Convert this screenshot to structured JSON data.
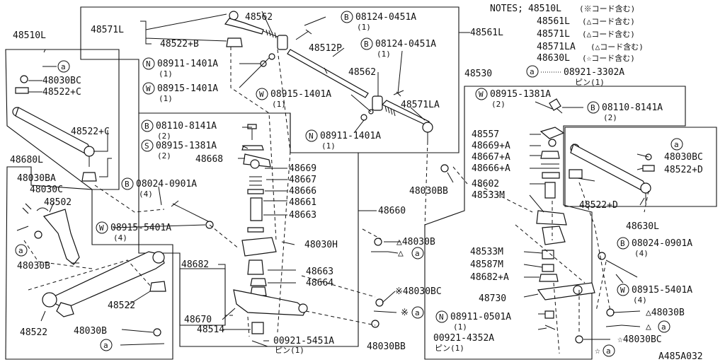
{
  "notes": {
    "header": "NOTES;",
    "lines": [
      {
        "part": "48510L",
        "note": "(※コード含む)"
      },
      {
        "part": "48561L",
        "note": "(△コード含む)"
      },
      {
        "part": "48571L",
        "note": "(△コード含む)"
      },
      {
        "part": "48571LA",
        "note": "(△コード含む)"
      },
      {
        "part": "48630L",
        "note": "(☆コード含む)"
      }
    ],
    "pin_code": "08921-3302A",
    "pin_note": "ピン(1)",
    "pin_symbol": "a"
  },
  "drawing_id": "A485A032",
  "labels": {
    "p48510L": "48510L",
    "p48030BC_1": "48030BC",
    "p48522C_1": "48522+C",
    "p48522C_2": "48522+C",
    "p48680L": "48680L",
    "p48030BA": "48030BA",
    "p48030C": "48030C",
    "p48502": "48502",
    "p48030B_1": "48030B",
    "p48522_1": "48522",
    "p48522_2": "48522",
    "p48030B_2": "48030B",
    "p48571L": "48571L",
    "p48562_1": "48562",
    "p48522B": "48522+B",
    "p48512P": "48512P",
    "p48562_2": "48562",
    "p48571LA": "48571LA",
    "p48561L": "48561L",
    "n08911_1401A_1": "08911-1401A",
    "n08911_1401A_1q": "(1)",
    "w08915_1401A_1": "08915-1401A",
    "w08915_1401A_1q": "(1)",
    "w08915_1401A_2": "08915-1401A",
    "w08915_1401A_2q": "(1)",
    "n08911_1401A_2": "08911-1401A",
    "n08911_1401A_2q": "(1)",
    "b08124_1": "08124-0451A",
    "b08124_1q": "(1)",
    "b08124_2": "08124-0451A",
    "b08124_2q": "(1)",
    "b08110_1": "08110-8141A",
    "b08110_1q": "(2)",
    "s08915_1381A": "08915-1381A",
    "s08915_1381Aq": "(2)",
    "p48668": "48668",
    "p48669": "48669",
    "p48667": "48667",
    "p48666": "48666",
    "p48661": "48661",
    "p48663_1": "48663",
    "p48660": "48660",
    "b08024_1": "08024-0901A",
    "b08024_1q": "(4)",
    "w08915_5401A_1": "08915-5401A",
    "w08915_5401A_1q": "(4)",
    "p48030H": "48030H",
    "p48682": "48682",
    "p48663_2": "48663",
    "p48664": "48664",
    "p48670": "48670",
    "p48514": "48514",
    "pin_00921_5451A": "00921-5451A",
    "pin_00921_5451Aq": "ピン(1)",
    "tri48030B_1": "△48030B",
    "star48030BC": "※48030BC",
    "p48030BB_1": "48030BB",
    "p48030BB_2": "48030BB",
    "p48530": "48530",
    "w08915_1381A": "08915-1381A",
    "w08915_1381Aq": "(2)",
    "b08110_2": "08110-8141A",
    "b08110_2q": "(2)",
    "p48557": "48557",
    "p48669A": "48669+A",
    "p48667A": "48667+A",
    "p48666A": "48666+A",
    "p48602": "48602",
    "p48533M_1": "48533M",
    "p48533M_2": "48533M",
    "p48587M": "48587M",
    "p48682A": "48682+A",
    "p48730": "48730",
    "n08911_0501A": "08911-0501A",
    "n08911_0501Aq": "(1)",
    "pin_00921_4352A": "00921-4352A",
    "pin_00921_4352Aq": "ピン(1)",
    "p48030BC_2": "48030BC",
    "p48522D_1": "48522+D",
    "p48522D_2": "48522+D",
    "p48630L": "48630L",
    "b08024_2": "08024-0901A",
    "b08024_2q": "(4)",
    "w08915_5401A_2": "08915-5401A",
    "w08915_5401A_2q": "(4)",
    "tri48030B_2": "△48030B",
    "star48030BC_2": "☆48030BC",
    "sym_a": "a",
    "sym_N": "N",
    "sym_W": "W",
    "sym_B": "B",
    "sym_S": "S",
    "tri": "△",
    "kome": "※",
    "star": "☆"
  }
}
